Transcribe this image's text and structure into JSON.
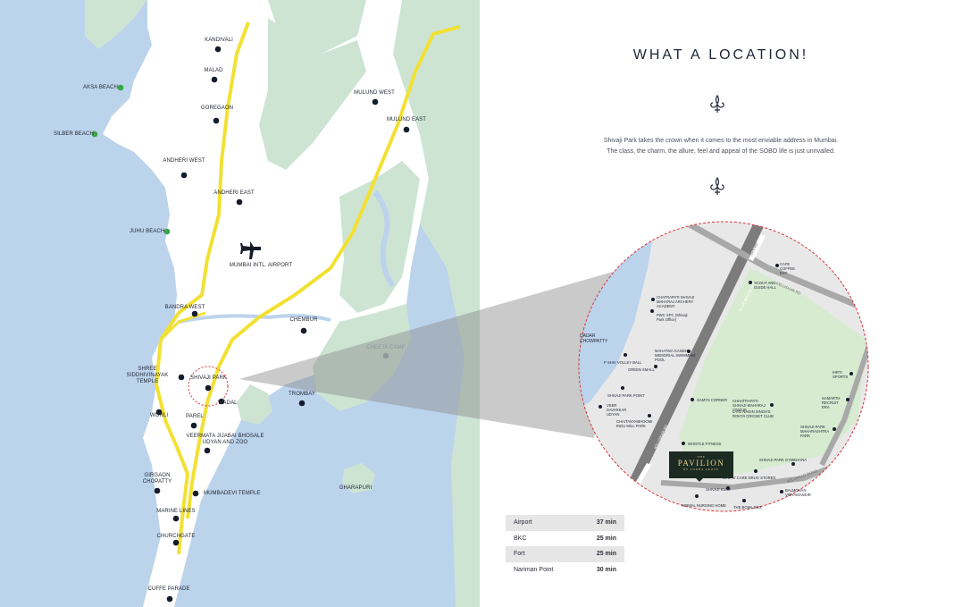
{
  "heading": "WHAT A LOCATION!",
  "description": {
    "line1": "Shivaji Park takes the crown when it comes to the most enviable address in Mumbai.",
    "line2": "The class, the charm, the allure, feel and appeal of the SOBO life is just unrivalled."
  },
  "ornament_icon": "fleur-de-lis-icon",
  "colors": {
    "sea": "#bcd3ec",
    "land": "#ffffff",
    "greenery": "#cde4d3",
    "highway": "#f2e133",
    "dot": "#151c2b",
    "beach_dot": "#3aa54a",
    "zoom_border": "#d9343b",
    "park": "#d6ebd0",
    "zoom_ground": "#e8e8e8"
  },
  "map": {
    "places": {
      "kandivali": "KANDIVALI",
      "malad": "MALAD",
      "goregaon": "GOREGAON",
      "aksa_beach": "AKSA BEACH",
      "silber_beach": "SILBER BEACH",
      "andheri_west": "ANDHERI WEST",
      "andheri_east": "ANDHERI EAST",
      "juhu_beach": "JUHU BEACH",
      "airport": "MUMBAI INTL. AIRPORT",
      "bandra_west": "BANDRA WEST",
      "mulund_west": "MULUND WEST",
      "mulund_east": "MULUND EAST",
      "chembur": "CHEMBUR",
      "cheeta_camp": "CHEETA CAMP",
      "siddhivinayak": "SHREE SIDDHIVINAYAK TEMPLE",
      "shivaji_park": "SHIVAJI PARK",
      "wadala": "WADAL",
      "trombay": "TROMBAY",
      "worli": "WORLI",
      "parel": "PAREL",
      "veermata": "VEERMATA JIJABAI BHOSALE UDYAN AND ZOO",
      "girgaon": "GIRGAON CHOPATTY",
      "mumbadevi": "MUMBADEVI TEMPLE",
      "gharapuri": "GHARAPURI",
      "marine_lines": "MARINE LINES",
      "churchgate": "CHURCHGATE",
      "cuffe_parade": "CUFFE PARADE"
    }
  },
  "zoom": {
    "dadar_chowpatty": "DADAR CHOWPATTY",
    "shatrunjay": "CHATRAPATI SHIVAJI MAHARAJ ARCHERY ACADEMY",
    "pwc_spc": "PWC SPC (Shivaji Park Office)",
    "mahatma_gandhi": "MAHATMA GANDHI MEMORIAL SWIMMING POOL",
    "p_shiv_volley": "P SHIV VOLLEY BALL",
    "green_small": "GREEN SMALL",
    "shivaji_park_point": "SHIVAJI PARK POINT",
    "veer_savarkar": "VEER SAVARKAR UDYAN",
    "chaitanyabhoomi": "CHAITANYABHOOMI INDU MILL PARK",
    "cafe_coffee_day": "CAFE COFFEE DAY",
    "scout_guide": "SCOUT AND GUIDE HALL",
    "sports_corner": "SAMYS CORNER",
    "shivaji_statue": "CHHATRAPATI SHIVAJI MAHARAJ STATUE",
    "shivaji_statue_sub": "LATE NAGIN SINGH'S ROHTA CRICKET CLUB",
    "road_tilak": "TILAK BRIDGE RD",
    "road_kelusker_n": "KELUSKAR RD",
    "road_kelusker_s": "KELUSKAR RD",
    "road_swatantrya": "SVS RD",
    "road_sbm": "KELUSKAR ROAD",
    "kirti_rebels": "KIRTI SPORTS",
    "samarth_recruit": "SAMARTH RECRUIT ERA",
    "shivaji_park_maharashtra": "SHIVAJI PARK MAHARASHTRA PARK",
    "whistle_fitness": "WHISTLE FITNESS",
    "shivaji_park_gymkhana": "SHIVAJI PARK GYMKHANA",
    "life_care": "LIFE 'N' CARE DRUG STORES",
    "shivaji_kunj": "SHIVAJI KUNJ",
    "balmohan": "BALMOHAN VIDYAMANDIR",
    "nirmal_nursing": "NIRMAL NURSING HOME",
    "the_bowl": "THE BOWL BOX",
    "project_pre": "THE",
    "project_name": "PAVILION",
    "project_sub": "BY LODHA GROUP"
  },
  "travel_times": [
    {
      "place": "Airport",
      "time": "37 min"
    },
    {
      "place": "BKC",
      "time": "25 min"
    },
    {
      "place": "Fort",
      "time": "25 min"
    },
    {
      "place": "Nariman Point",
      "time": "30 min"
    }
  ]
}
